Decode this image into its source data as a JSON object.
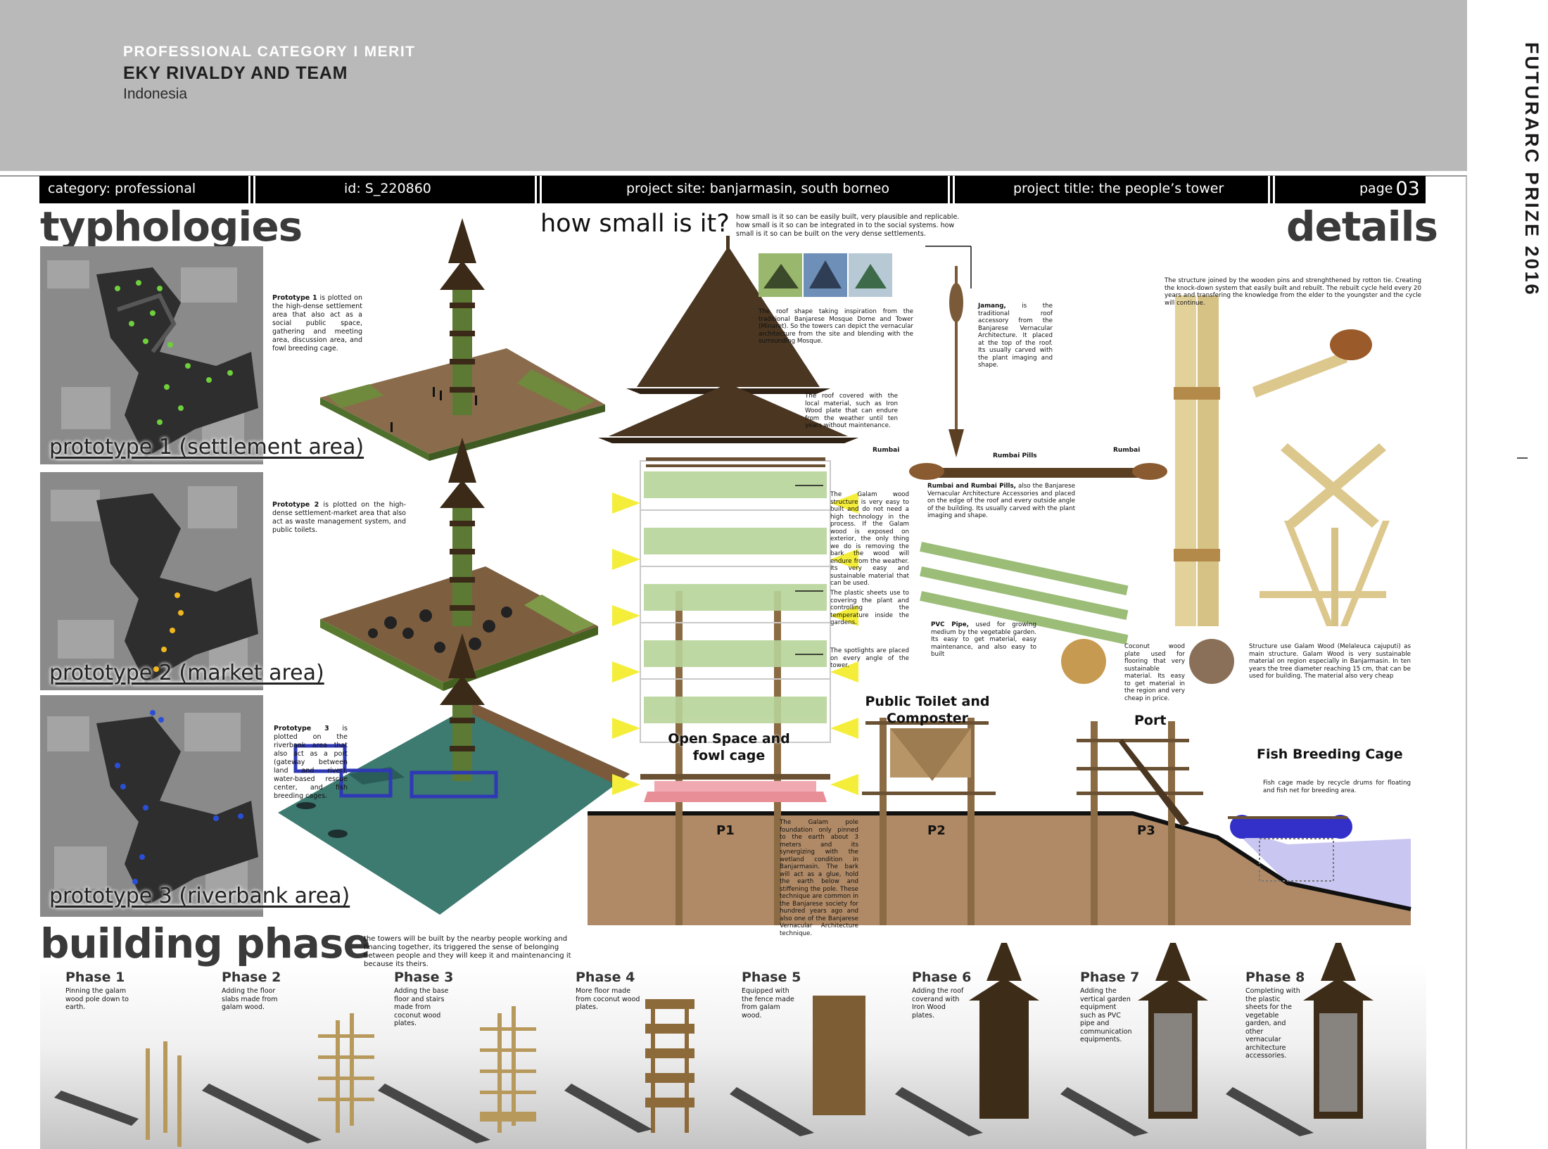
{
  "header": {
    "category_label": "PROFESSIONAL CATEGORY",
    "separator": "I",
    "award": "MERIT",
    "team": "EKY RIVALDY AND TEAM",
    "country": "Indonesia"
  },
  "sidebar_title": "FUTURARC PRIZE 2016",
  "info_bar": {
    "category": "category: professional",
    "id": "id: S_220860",
    "site": "project site: banjarmasin, south borneo",
    "title": "project title: the people’s tower",
    "page_label": "page",
    "page_number": "03"
  },
  "sections": {
    "typologies": "typhologies",
    "details": "details",
    "how_small": "how small is it?",
    "building_phase": "building phase"
  },
  "how_small_text": "how small is it so can be easily built, very plausible and replicable. how small is it so can be integrated in to the social systems. how small is it so can be built on the very dense settlements.",
  "prototypes": [
    {
      "label": "prototype 1 (settlement area)",
      "name": "Prototype 1",
      "desc": " is plotted on the high-dense settlement area that also act as a social public space, gathering and meeting area, discussion area, and fowl breeding cage."
    },
    {
      "label": "prototype 2 (market area)",
      "name": "Prototype 2",
      "desc": " is plotted on the high-dense settlement-market area that also act as waste management system, and public toilets."
    },
    {
      "label": "prototype 3 (riverbank area)",
      "name": "Prototype 3",
      "desc": " is plotted on the riverbank area that also act as a port (gateway between land and river), water-based rescue center, and fish breeding cages."
    }
  ],
  "tower_notes": {
    "roof_shape": "The roof shape taking inspiration from the traditional Banjarese Mosque Dome and Tower (Minaret). So the towers can depict the vernacular architecture from the site and blending with the surrounding Mosque.",
    "jamang_name": "Jamang,",
    "jamang": " is the traditional roof accessory from the Banjarese Vernacular Architecture. It placed at the top of the roof. Its usually carved with the plant imaging and shape.",
    "roof_cover": "The roof covered with the local material, such as Iron Wood plate that can endure from the weather until ten years without maintenance.",
    "rumbai_left": "Rumbai",
    "rumbai_pills": "Rumbai Pills",
    "rumbai_right": "Rumbai",
    "rumbai_name": "Rumbai and Rumbai Pills,",
    "rumbai_desc": " also the Banjarese Vernacular Architecture Accessories and placed on the edge of the roof and every outside angle of the building. Its usually carved with the plant imaging and shape.",
    "galam_structure": "The Galam wood structure is very easy to built and do not need a high technology in the process. If the Galam wood is exposed on exterior, the only thing we do is removing the bark the wood will endure from the weather. Its very easy and sustainable material that can be used.",
    "plastic_sheets": "The plastic sheets use to covering the plant and controlling the temperature inside the gardens.",
    "spotlights": "The spotlights are placed on every angle of the tower.",
    "pvc_name": "PVC Pipe,",
    "pvc": " used for growing medium by the vegetable garden. Its easy to get material, easy maintenance, and also easy to built",
    "coconut": "Coconut wood plate used for flooring that very sustainable material. Its easy to get material in the region and very cheap in price.",
    "galam_material": "Structure use Galam Wood (Melaleuca cajuputi) as main structure. Galam Wood is very sustainable material on region especially in Banjarmasin. In ten years the tree diameter reaching 15 cm, that can be used for building. The material also very cheap",
    "joint": "The structure joined by the wooden pins and strenghthened by rotton tie. Creating the knock-down system that easily built and rebuilt. The rebuilt cycle held every 20 years and transfering the knowledge from the elder to the youngster and the cycle will continue.",
    "foundation": "The Galam pole foundation only pinned to the earth about 3 meters and its synergizing with the wetland condition in Banjarmasin. The bark will act as a glue, hold the earth below and stiffening the pole. These technique are common in the Banjarese society for hundred years ago and also one of the Banjarese Vernacular Architecture technique.",
    "fish_cage_note": "Fish cage made by recycle drums for floating and fish net for breeding area."
  },
  "section_labels": {
    "open_space": "Open Space and fowl cage",
    "toilet": "Public Toilet and Composter",
    "port": "Port",
    "fish_cage": "Fish Breeding Cage",
    "p1": "P1",
    "p2": "P2",
    "p3": "P3"
  },
  "building_phase_desc": "the towers will be built by the nearby people working and financing together, its triggered the sense of belonging between people and they will keep it and maintenancing it because its theirs.",
  "phases": [
    {
      "title": "Phase 1",
      "desc": "Pinning the galam wood pole down to earth."
    },
    {
      "title": "Phase 2",
      "desc": "Adding the floor slabs made from galam wood."
    },
    {
      "title": "Phase 3",
      "desc": "Adding the base floor and stairs made from coconut wood plates."
    },
    {
      "title": "Phase 4",
      "desc": "More floor made from coconut wood plates."
    },
    {
      "title": "Phase 5",
      "desc": "Equipped with the fence made from galam wood."
    },
    {
      "title": "Phase 6",
      "desc": "Adding the roof coverand with Iron Wood plates."
    },
    {
      "title": "Phase 7",
      "desc": "Adding the vertical garden equipment such as PVC pipe and communication equipments."
    },
    {
      "title": "Phase 8",
      "desc": "Completing with the plastic sheets for the vegetable garden, and other vernacular architecture accessories."
    }
  ],
  "colors": {
    "header_gray": "#b9b9b9",
    "bar_black": "#000000",
    "soil": "#b08a66",
    "water": "#c9c6f2",
    "light": "#f4ee3a"
  }
}
